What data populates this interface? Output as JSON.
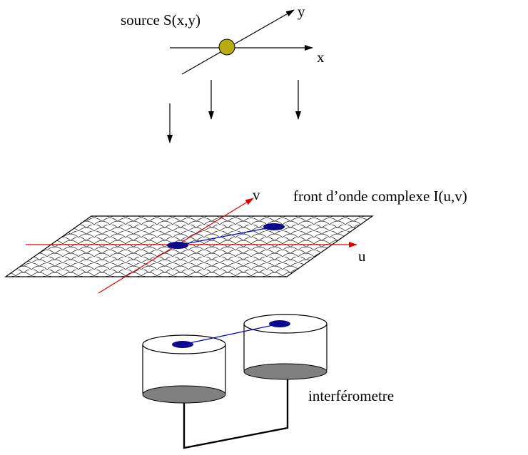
{
  "labels": {
    "source": "source S(x,y)",
    "axis_x": "x",
    "axis_y": "y",
    "axis_u": "u",
    "axis_v": "v",
    "wavefront": "front d’onde complexe I(u,v)",
    "interferometer": "interférometre"
  },
  "colors": {
    "source_fill": "#b8ad10",
    "plane_axes": "#e00000",
    "baseline": "#0000c0",
    "telescope_dot": "#0a0a8a",
    "mirror_fill": "#808080"
  }
}
